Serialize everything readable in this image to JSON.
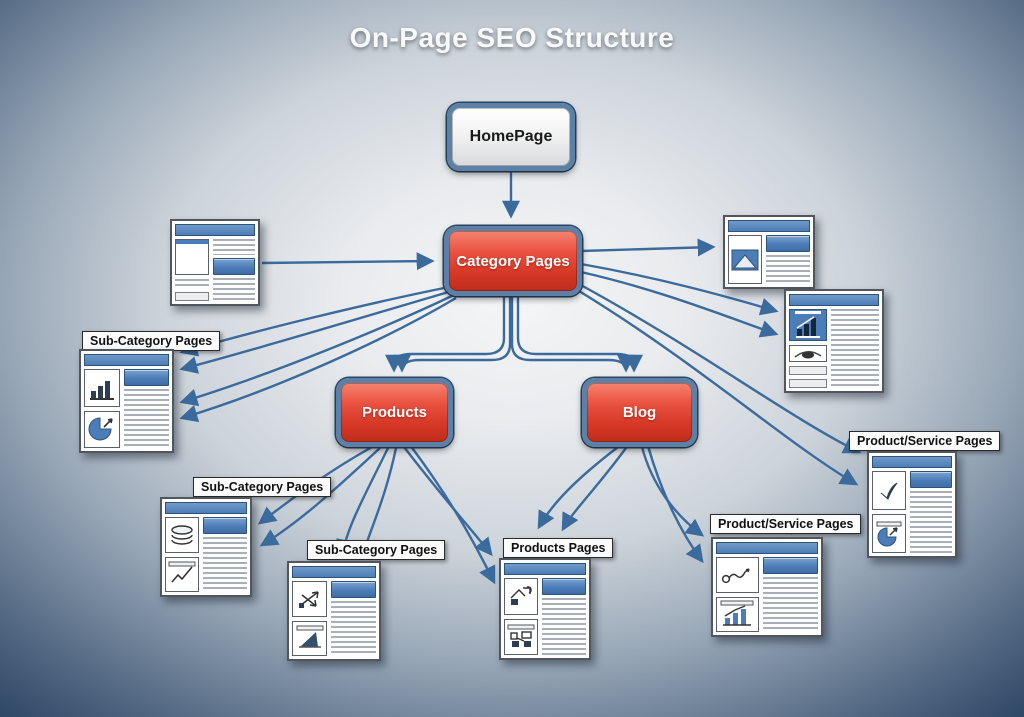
{
  "title": "On-Page SEO Structure",
  "nodes": {
    "homepage": {
      "label": "HomePage"
    },
    "category": {
      "label": "Category Pages"
    },
    "products": {
      "label": "Products"
    },
    "blog": {
      "label": "Blog"
    }
  },
  "labels": {
    "sub_category": "Sub-Category Pages",
    "products_pages": "Products Pages",
    "product_service": "Product/Service Pages"
  },
  "colors": {
    "background_edge": "#2b4564",
    "background_center": "#f4f5f6",
    "node_border": "#5c80a6",
    "node_red": "#d63826",
    "node_gray": "#e9eaec",
    "arrow": "#3b6b9d",
    "thumb_header": "#4d7db8",
    "title_text": "#f7f9fb"
  },
  "icons": [
    "image-placeholder-icon",
    "envelope-icon",
    "bar-chart-icon",
    "eye-icon",
    "pie-chart-icon",
    "layers-icon",
    "line-chart-icon",
    "scatter-arrow-icon",
    "sketch-icon",
    "robot-icon",
    "squiggle-chart-icon",
    "check-icon"
  ]
}
